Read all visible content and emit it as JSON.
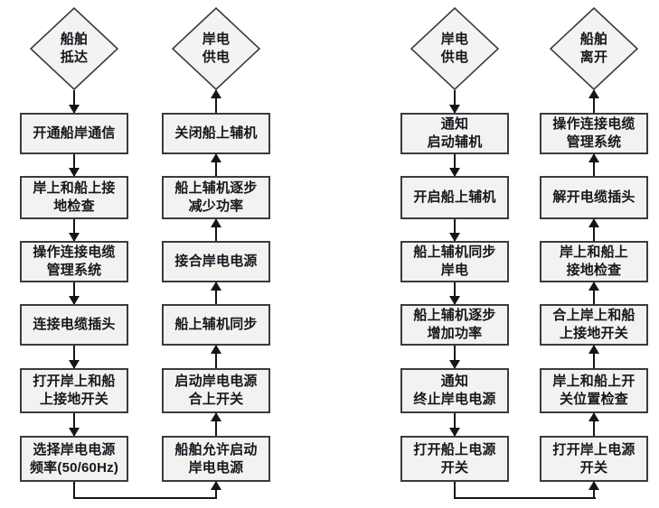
{
  "colors": {
    "background": "#ffffff",
    "node_fill": "#f2f2f0",
    "node_border": "#3b3b3b",
    "line": "#151515",
    "text": "#16161e"
  },
  "flows": [
    {
      "id": "shore-power-connection",
      "down": {
        "terminal": "船舶\n抵达",
        "steps": [
          "开通船岸通信",
          "岸上和船上接\n地检查",
          "操作连接电缆\n管理系统",
          "连接电缆插头",
          "打开岸上和船\n上接地开关",
          "选择岸电电源\n频率(50/60Hz)"
        ]
      },
      "up": {
        "terminal": "岸电\n供电",
        "steps": [
          "关闭船上辅机",
          "船上辅机逐步\n减少功率",
          "接合岸电电源",
          "船上辅机同步",
          "启动岸电电源\n合上开关",
          "船舶允许启动\n岸电电源"
        ]
      }
    },
    {
      "id": "shore-power-disconnection",
      "down": {
        "terminal": "岸电\n供电",
        "steps": [
          "通知\n启动辅机",
          "开启船上辅机",
          "船上辅机同步\n岸电",
          "船上辅机逐步\n增加功率",
          "通知\n终止岸电电源",
          "打开船上电源\n开关"
        ]
      },
      "up": {
        "terminal": "船舶\n离开",
        "steps": [
          "操作连接电缆\n管理系统",
          "解开电缆插头",
          "岸上和船上\n接地检查",
          "合上岸上和船\n上接地开关",
          "岸上和船上开\n关位置检查",
          "打开岸上电源\n开关"
        ]
      }
    }
  ]
}
